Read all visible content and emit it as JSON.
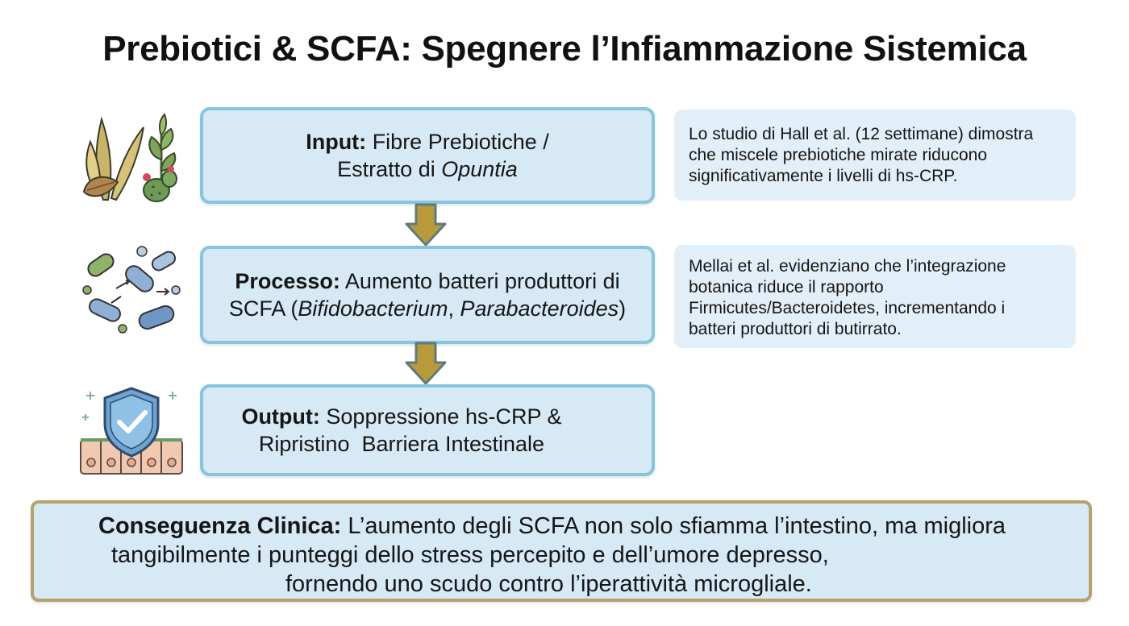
{
  "title": "Prebiotici & SCFA: Spegnere l’Infiammazione Sistemica",
  "steps": [
    {
      "label": "Input:",
      "line1": "Fibre Prebiotiche /",
      "line2_prefix": "Estratto di ",
      "line2_italic": "Opuntia",
      "icon": "botanical-plants-icon"
    },
    {
      "label": "Processo:",
      "line1": "Aumento batteri produttori di",
      "line2_prefix": "SCFA (",
      "line2_italic1": "Bifidobacterium",
      "line2_sep": ", ",
      "line2_italic2": "Parabacteroides",
      "line2_suffix": ")",
      "icon": "bacteria-icon"
    },
    {
      "label": "Output:",
      "line1": "Soppressione hs-CRP &",
      "line2": "Ripristino  Barriera Intestinale",
      "icon": "shield-barrier-icon"
    }
  ],
  "notes": [
    {
      "lines": [
        "Lo studio di Hall et al. (12 settimane) dimostra",
        "che miscele prebiotiche mirate riducono",
        "significativamente i livelli di hs-CRP."
      ]
    },
    {
      "lines": [
        "Mellai et al. evidenziano che l’integrazione",
        "botanica riduce il rapporto",
        "Firmicutes/Bacteroidetes, incrementando i",
        "batteri produttori di butirrato."
      ]
    }
  ],
  "conclusion": {
    "label": "Conseguenza Clinica:",
    "line1": "L’aumento degli SCFA non solo sfiamma l’intestino, ma migliora",
    "line2": "tangibilmente i punteggi dello stress percepito e dell’umore depresso,",
    "line3": "fornendo uno scudo contro l’iperattività microgliale."
  },
  "colors": {
    "step_fill": "#d6e9f5",
    "step_border": "#86c5de",
    "note_fill": "#e3eff8",
    "arrow_fill": "#b89a3a",
    "arrow_stroke": "#5f7a7c",
    "conclusion_border": "#b4a36e"
  }
}
